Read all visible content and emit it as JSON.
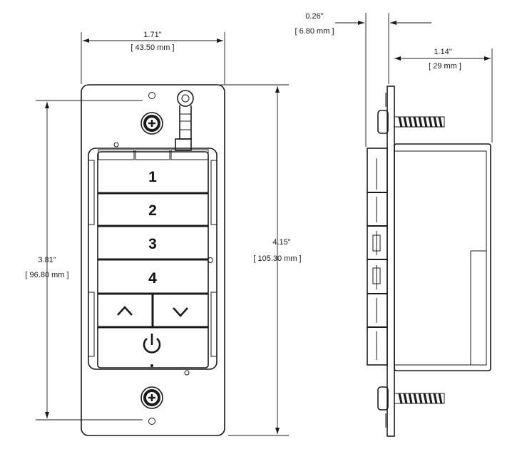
{
  "front_view": {
    "width_in": "1.71\"",
    "width_mm": "[ 43.50 mm ]",
    "height_in": "4.15\"",
    "height_mm": "[ 105.30 mm ]",
    "keypad_height_in": "3.81\"",
    "keypad_height_mm": "[ 96.80 mm ]",
    "buttons": [
      "1",
      "2",
      "3",
      "4"
    ]
  },
  "side_view": {
    "plate_depth_in": "0.26\"",
    "plate_depth_mm": "[ 6.80 mm ]",
    "box_depth_in": "1.14\"",
    "box_depth_mm": "[ 29 mm ]"
  },
  "icons": [
    "screw-icon",
    "chevron-up-icon",
    "chevron-down-icon",
    "power-icon"
  ]
}
